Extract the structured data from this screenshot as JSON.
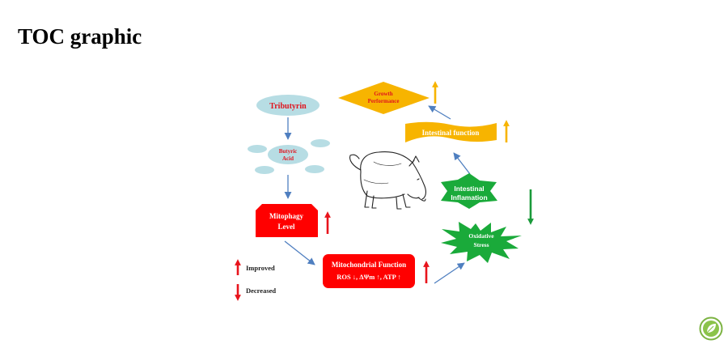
{
  "page": {
    "title": "TOC graphic"
  },
  "diagram": {
    "nodes": {
      "tributyrin": "Tributyrin",
      "butyric_acid": [
        "Butyric",
        "Acid"
      ],
      "mitophagy": [
        "Mitophagy",
        "Level"
      ],
      "mitochondrial_function": [
        "Mitochondrial Function",
        "ROS ↓,  ΔΨm ↑, ATP ↑"
      ],
      "oxidative_stress": [
        "Oxidative",
        "Stress"
      ],
      "intestinal_inflammation": [
        "Intestinal",
        "Inflamation"
      ],
      "intestinal_function": "Intestinal function",
      "growth_performance": [
        "Growth",
        "Performance"
      ]
    },
    "legend": {
      "improved": "Improved",
      "decreased": "Decreased"
    }
  },
  "icons": [
    "pig-illustration",
    "up-arrow-icon",
    "down-arrow-icon",
    "leaf-logo-icon"
  ],
  "colors": {
    "red": "#ff0000",
    "green": "#1aaa3a",
    "yellow": "#f7b400",
    "light_blue": "#b7dde4",
    "arrow_blue": "#4f7fc0",
    "text_red": "#e0141e"
  }
}
